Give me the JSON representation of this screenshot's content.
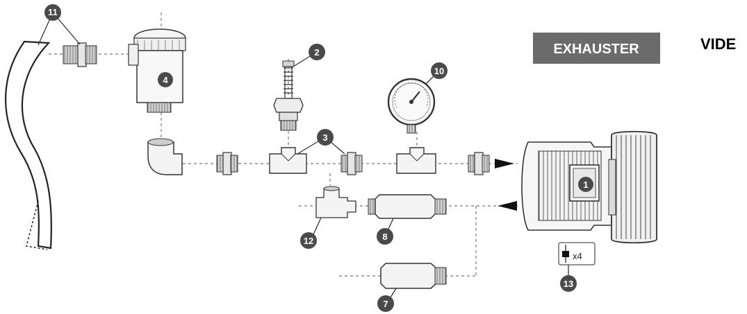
{
  "header": {
    "exhauster_label": "EXHAUSTER",
    "vide_label": "VIDE"
  },
  "callouts": {
    "c1": "1",
    "c2": "2",
    "c3": "3",
    "c4": "4",
    "c7": "7",
    "c8": "8",
    "c10": "10",
    "c11": "11",
    "c12": "12",
    "c13": "13"
  },
  "mount_kit": {
    "quantity_label": "x4"
  },
  "colors": {
    "badge": "#4a4a4a",
    "label_bg": "#6b6b6b",
    "line": "#333333",
    "dashed": "#777777",
    "part_fill": "#f4f4f4",
    "thread_fill": "#bdbdbd"
  },
  "icons": [
    "hose-icon",
    "nipple-fitting-icon",
    "filter-icon",
    "elbow-icon",
    "valve-icon",
    "tee-icon",
    "gauge-icon",
    "blower-icon",
    "silencer-icon",
    "vibration-mount-icon",
    "arrow-right-icon",
    "arrow-left-icon"
  ]
}
